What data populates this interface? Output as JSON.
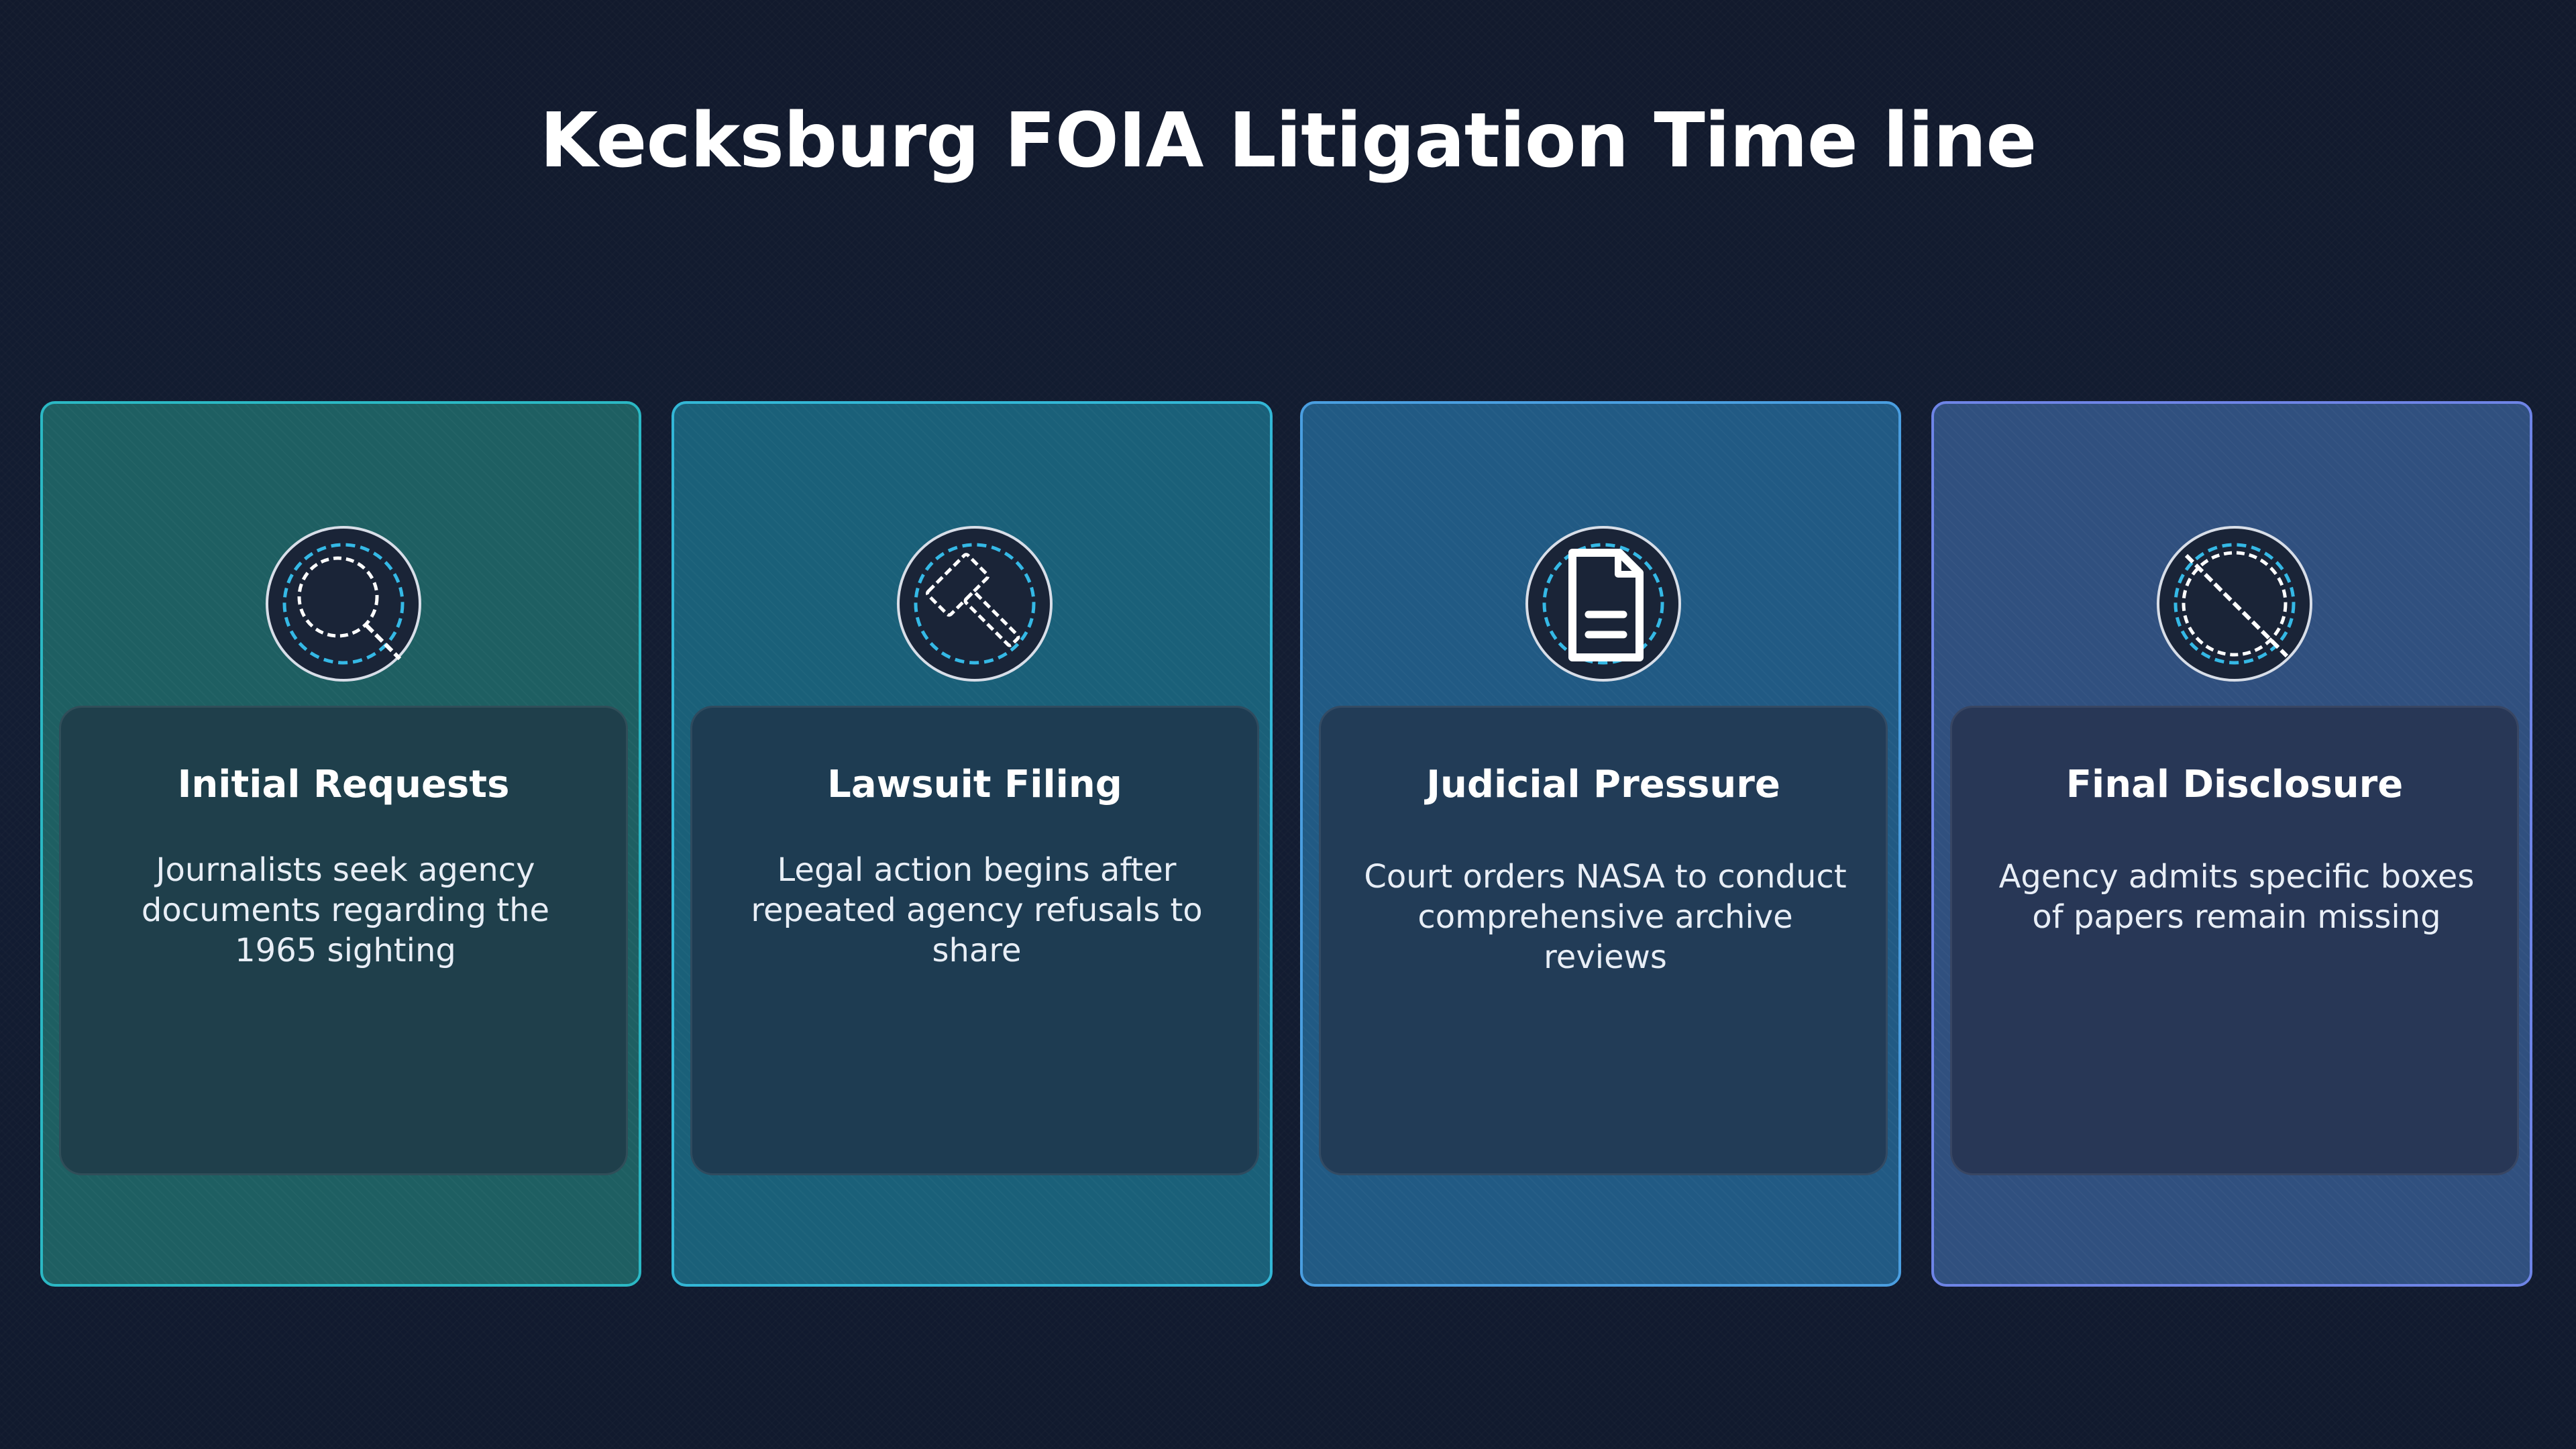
{
  "title": "Kecksburg FOIA Litigation Time line",
  "cards": [
    {
      "title": "Initial Requests",
      "description": "Journalists seek agency documents regarding the 1965 sighting",
      "icon": "magnifier-icon",
      "accent": "#2bb8c4"
    },
    {
      "title": "Lawsuit Filing",
      "description": "Legal action begins after repeated agency refusals to share",
      "icon": "gavel-icon",
      "accent": "#33b7d6"
    },
    {
      "title": "Judicial Pressure",
      "description": "Court orders NASA to conduct comprehensive archive reviews",
      "icon": "document-icon",
      "accent": "#4a9ee0"
    },
    {
      "title": "Final Disclosure",
      "description": "Agency admits specific boxes of papers remain missing",
      "icon": "prohibited-icon",
      "accent": "#6e84e6"
    }
  ]
}
